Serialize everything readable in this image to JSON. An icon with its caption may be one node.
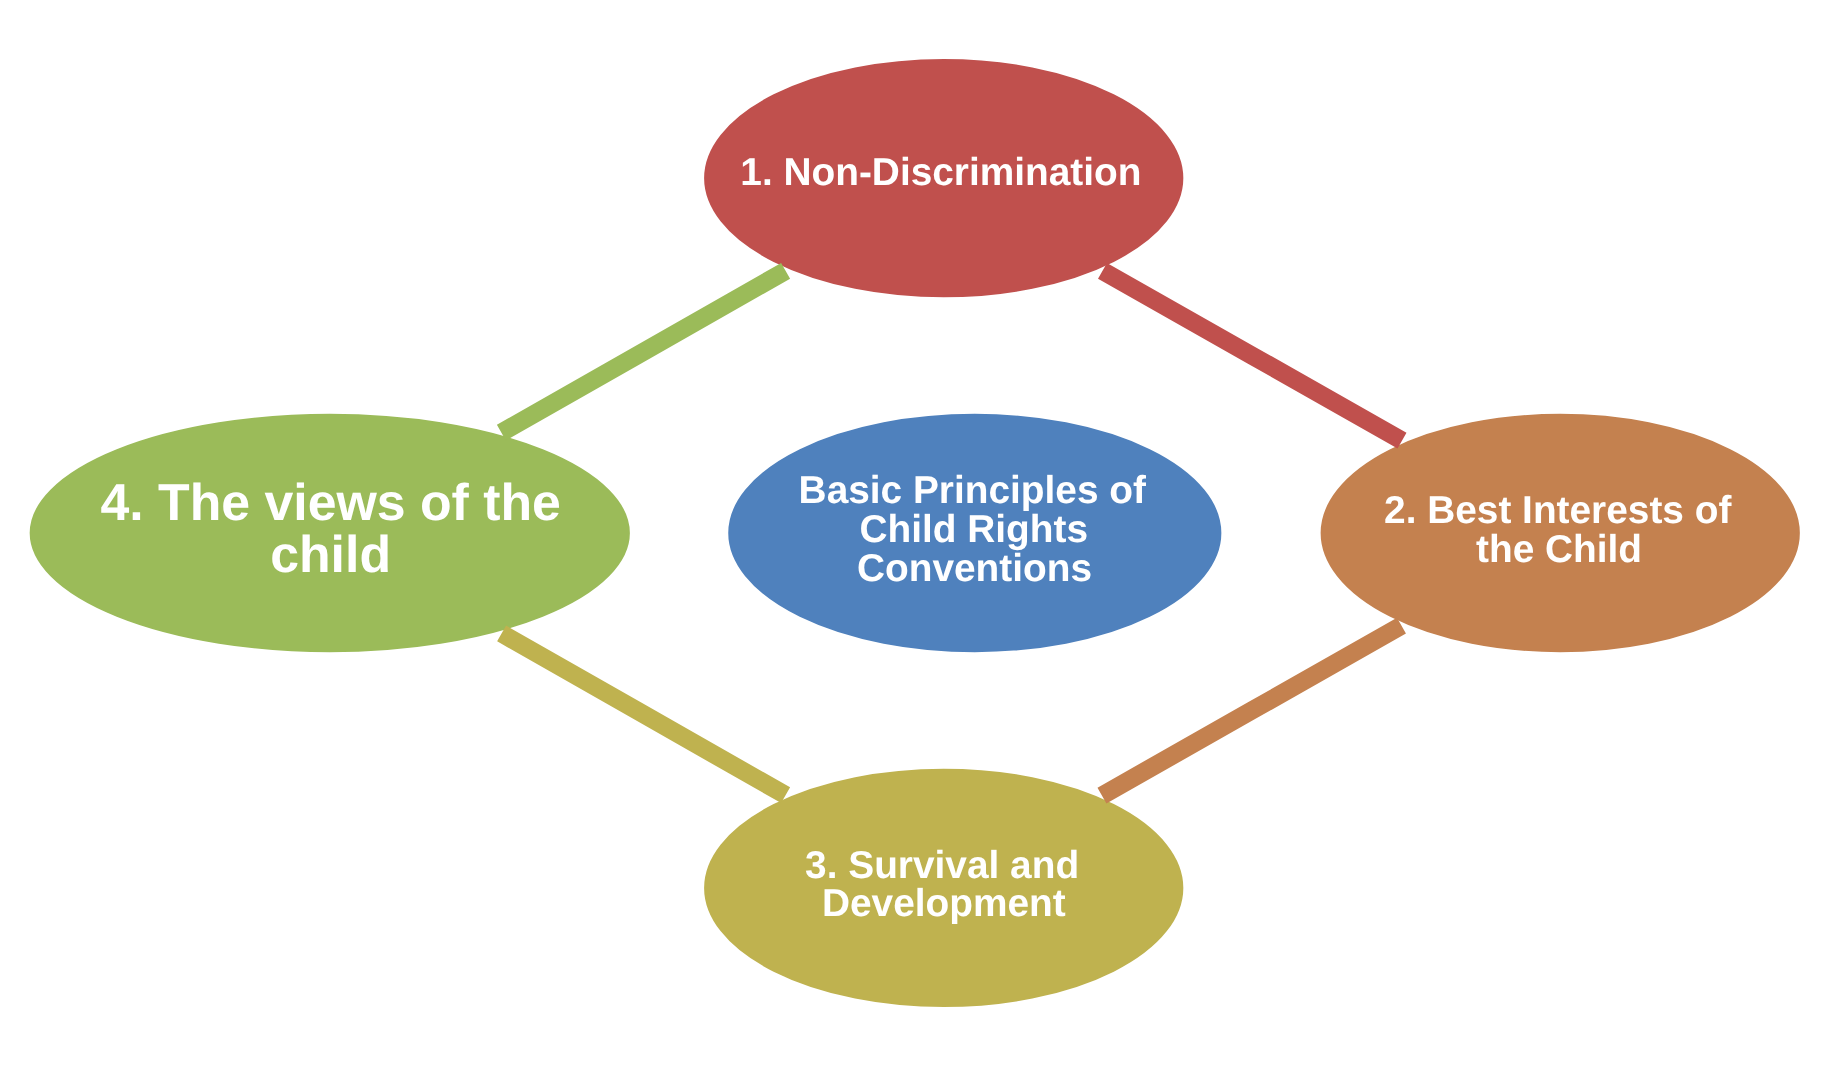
{
  "diagram": {
    "nodes": [
      {
        "text": [
          "1. Non-Discrimination"
        ]
      },
      {
        "text": [
          "4. The views of the child"
        ]
      },
      {
        "text": [
          "Basic Principles of Child Rights Conventions"
        ]
      },
      {
        "text": [
          "2. Best Interests of the Child"
        ]
      },
      {
        "text": [
          "3. Survival and Development"
        ]
      }
    ],
    "edges": [
      {
        "from": 0,
        "to": 3,
        "arrow": "none",
        "color": "#c0504d"
      },
      {
        "from": 3,
        "to": 4,
        "arrow": "none",
        "color": "#c4814f"
      },
      {
        "from": 4,
        "to": 1,
        "arrow": "none",
        "color": "#bfb24f"
      },
      {
        "from": 1,
        "to": 0,
        "arrow": "none",
        "color": "#9bbb59"
      }
    ]
  }
}
